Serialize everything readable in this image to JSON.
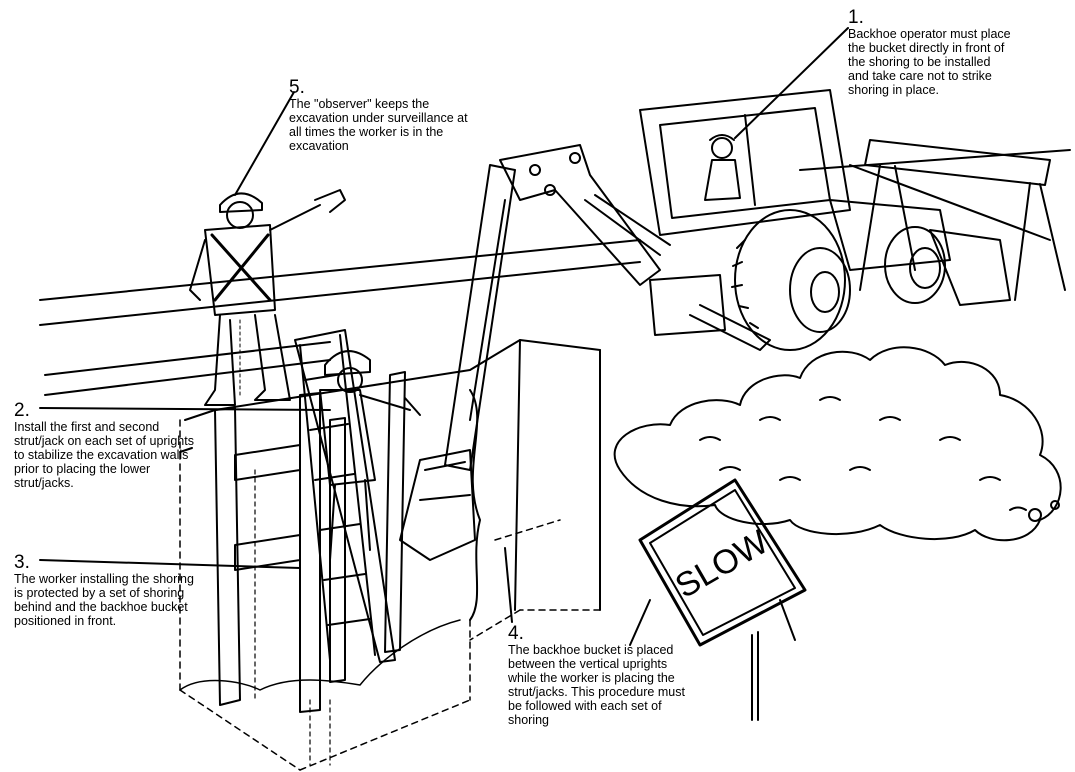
{
  "callouts": [
    {
      "number": "1.",
      "text": "Backhoe operator must place the bucket directly in front of the shoring to be installed and take care not to strike shoring in place."
    },
    {
      "number": "2.",
      "text": "Install the first and second strut/jack on each set of uprights to stabilize the excavation walls prior to placing the lower strut/jacks."
    },
    {
      "number": "3.",
      "text": "The worker installing the shoring is protected by a set of shoring behind and the backhoe bucket positioned in front."
    },
    {
      "number": "4.",
      "text": "The backhoe bucket is placed between the vertical uprights while the worker is placing the strut/jacks. This procedure must be followed with each set of shoring"
    },
    {
      "number": "5.",
      "text": "The \"observer\" keeps the excavation under surveillance at all times the worker is in the excavation"
    }
  ],
  "sign": {
    "text": "SLOW"
  }
}
